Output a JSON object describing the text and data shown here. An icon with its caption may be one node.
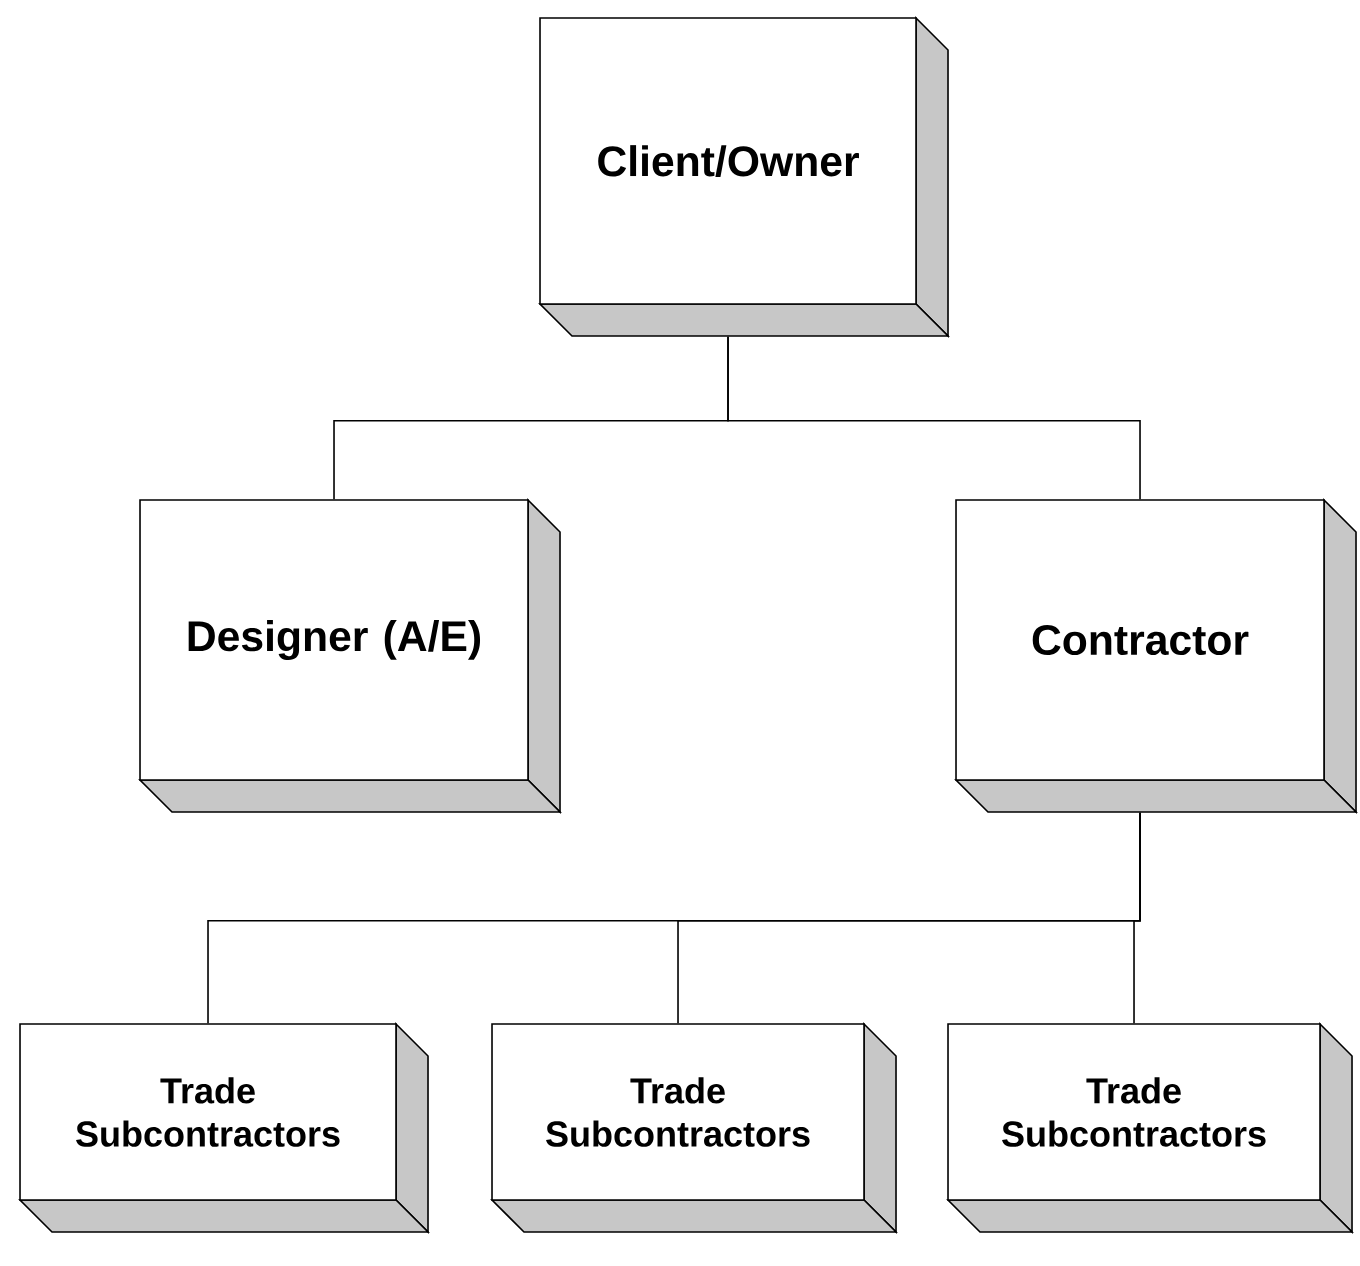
{
  "diagram": {
    "nodes": [
      {
        "text": [
          "Client/Owner"
        ]
      },
      {
        "text": [
          "Designer (A/E)"
        ]
      },
      {
        "text": [
          "Contractor"
        ]
      },
      {
        "text": [
          "Trade Subcontractors"
        ]
      },
      {
        "text": [
          "Trade Subcontractors"
        ]
      },
      {
        "text": [
          "Trade Subcontractors"
        ]
      }
    ],
    "edges": [
      {
        "from": 0,
        "to": 1,
        "arrow": "none"
      },
      {
        "from": 0,
        "to": 2,
        "arrow": "none"
      },
      {
        "from": 2,
        "to": 3,
        "arrow": "none"
      },
      {
        "from": 2,
        "to": 4,
        "arrow": "none"
      },
      {
        "from": 2,
        "to": 5,
        "arrow": "none"
      }
    ]
  }
}
